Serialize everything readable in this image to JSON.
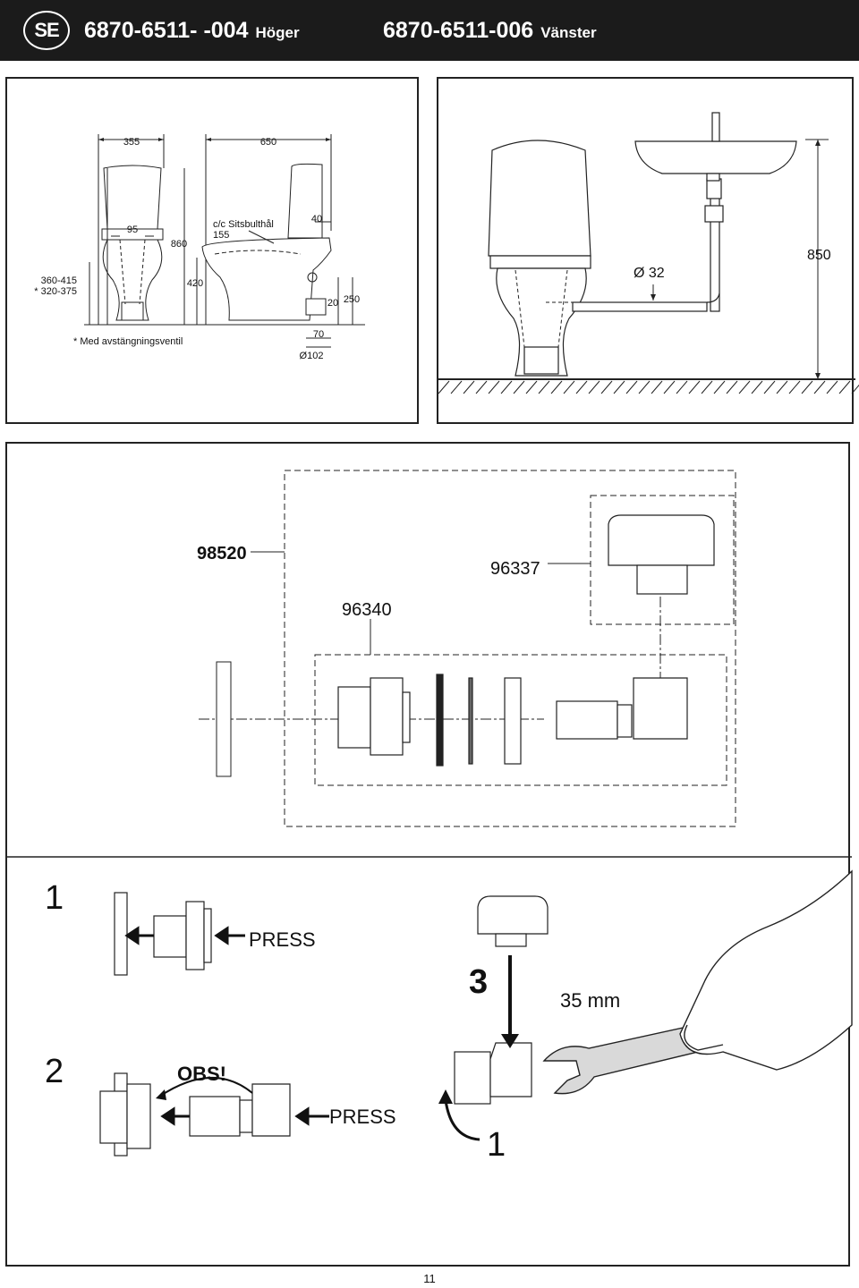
{
  "header": {
    "language_badge": "SE",
    "product_right": {
      "code": "6870-6511- -004",
      "side": "Höger"
    },
    "product_left": {
      "code": "6870-6511-006",
      "side": "Vänster"
    }
  },
  "toilet_drawing": {
    "dim_355": "355",
    "dim_650": "650",
    "dim_95": "95",
    "dim_860": "860",
    "seat_bolt_label": "c/c Sitsbulthål",
    "seat_bolt_value": "155",
    "dim_40": "40",
    "dim_range_1": "360-415",
    "dim_range_2": "* 320-375",
    "dim_420": "420",
    "dim_20": "20",
    "dim_250": "250",
    "dim_70": "70",
    "dim_d102": "Ø102",
    "footnote": "* Med avstängningsventil"
  },
  "sink_drawing": {
    "pipe_diameter": "Ø 32",
    "height": "850"
  },
  "parts": {
    "part_98520": "98520",
    "part_96337": "96337",
    "part_96340": "96340"
  },
  "steps": {
    "step1_number": "1",
    "step1_press": "PRESS",
    "step2_number": "2",
    "step2_obs": "OBS!",
    "step2_press": "PRESS",
    "step3_number": "3",
    "step3_wrench_size": "35 mm",
    "step3_sub_number": "1"
  },
  "footer": {
    "page_number": "11"
  }
}
